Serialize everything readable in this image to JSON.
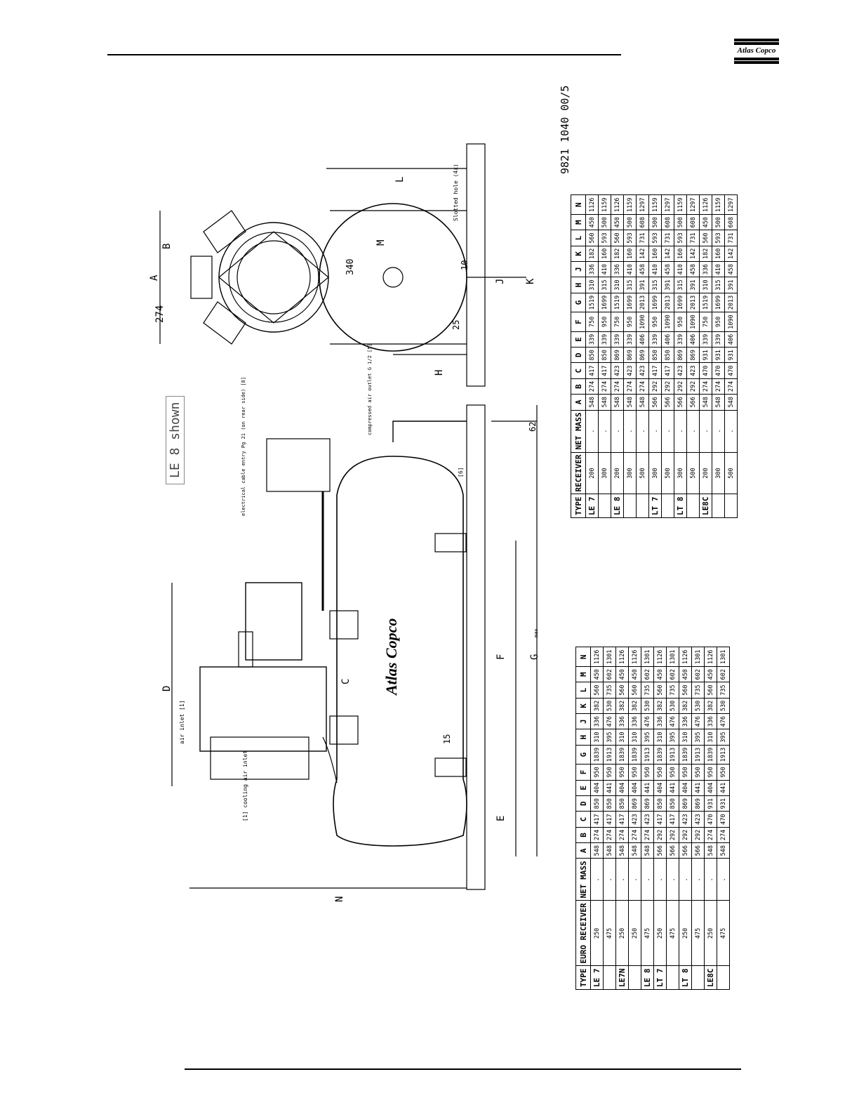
{
  "header": {
    "brand": "Atlas Copco"
  },
  "drawing": {
    "code": "9821 1040 00/5",
    "model_note": "LE 8  shown",
    "side_labels": [
      "274",
      "A",
      "B",
      "340",
      "M",
      "L",
      "K",
      "J",
      "H",
      "25",
      "10"
    ],
    "slotted_hole": "Slotted hole (4x)",
    "front_labels": [
      "D",
      "C",
      "F",
      "E",
      "N",
      "G",
      "max",
      "15",
      "62"
    ],
    "callouts": {
      "air_inlet": "air inlet [1]",
      "cooling_air": "[1] cooling air inlet",
      "cable_entry": "electrical cable entry Pg 21 (on rear side) [8]",
      "outlet": "compressed air outlet G 1/2 [5]",
      "drain": "[6]"
    },
    "tank_brand": "Atlas Copco"
  },
  "table_receiver": {
    "headers": [
      "TYPE",
      "RECEIVER",
      "NET MASS",
      "A",
      "B",
      "C",
      "D",
      "E",
      "F",
      "G",
      "H",
      "J",
      "K",
      "L",
      "M",
      "N"
    ],
    "rows": [
      [
        "LE 7",
        "200",
        ".",
        "548",
        "274",
        "417",
        "850",
        "339",
        "750",
        "1519",
        "310",
        "336",
        "182",
        "560",
        "450",
        "1126"
      ],
      [
        "",
        "300",
        ".",
        "548",
        "274",
        "417",
        "850",
        "339",
        "950",
        "1699",
        "315",
        "410",
        "160",
        "593",
        "500",
        "1159"
      ],
      [
        "LE 8",
        "200",
        ".",
        "548",
        "274",
        "423",
        "869",
        "339",
        "750",
        "1519",
        "310",
        "336",
        "182",
        "560",
        "450",
        "1126"
      ],
      [
        "",
        "300",
        ".",
        "548",
        "274",
        "423",
        "869",
        "339",
        "950",
        "1699",
        "315",
        "410",
        "160",
        "593",
        "500",
        "1159"
      ],
      [
        "",
        "500",
        ".",
        "548",
        "274",
        "423",
        "869",
        "406",
        "1090",
        "2013",
        "391",
        "458",
        "142",
        "731",
        "608",
        "1297"
      ],
      [
        "LT 7",
        "300",
        ".",
        "566",
        "292",
        "417",
        "850",
        "339",
        "950",
        "1699",
        "315",
        "410",
        "160",
        "593",
        "500",
        "1159"
      ],
      [
        "",
        "500",
        ".",
        "566",
        "292",
        "417",
        "850",
        "406",
        "1090",
        "2013",
        "391",
        "458",
        "142",
        "731",
        "608",
        "1297"
      ],
      [
        "LT 8",
        "300",
        ".",
        "566",
        "292",
        "423",
        "869",
        "339",
        "950",
        "1699",
        "315",
        "410",
        "160",
        "593",
        "500",
        "1159"
      ],
      [
        "",
        "500",
        ".",
        "566",
        "292",
        "423",
        "869",
        "406",
        "1090",
        "2013",
        "391",
        "458",
        "142",
        "731",
        "608",
        "1297"
      ],
      [
        "LE8C",
        "200",
        ".",
        "548",
        "274",
        "470",
        "931",
        "339",
        "750",
        "1519",
        "310",
        "336",
        "182",
        "560",
        "450",
        "1126"
      ],
      [
        "",
        "300",
        ".",
        "548",
        "274",
        "470",
        "931",
        "339",
        "950",
        "1699",
        "315",
        "410",
        "160",
        "593",
        "500",
        "1159"
      ],
      [
        "",
        "500",
        ".",
        "548",
        "274",
        "470",
        "931",
        "406",
        "1090",
        "2013",
        "391",
        "458",
        "142",
        "731",
        "608",
        "1297"
      ]
    ]
  },
  "table_euro": {
    "headers": [
      "TYPE",
      "EURO RECEIVER",
      "NET MASS",
      "A",
      "B",
      "C",
      "D",
      "E",
      "F",
      "G",
      "H",
      "J",
      "K",
      "L",
      "M",
      "N"
    ],
    "rows": [
      [
        "LE 7",
        "250",
        ".",
        "548",
        "274",
        "417",
        "850",
        "404",
        "950",
        "1839",
        "310",
        "336",
        "382",
        "560",
        "450",
        "1126"
      ],
      [
        "",
        "475",
        ".",
        "548",
        "274",
        "417",
        "850",
        "441",
        "950",
        "1913",
        "395",
        "476",
        "530",
        "735",
        "602",
        "1301"
      ],
      [
        "LE7N",
        "250",
        ".",
        "548",
        "274",
        "417",
        "850",
        "404",
        "950",
        "1839",
        "310",
        "336",
        "382",
        "560",
        "450",
        "1126"
      ],
      [
        "",
        "250",
        ".",
        "548",
        "274",
        "423",
        "869",
        "404",
        "950",
        "1839",
        "310",
        "336",
        "382",
        "560",
        "450",
        "1126"
      ],
      [
        "LE 8",
        "475",
        ".",
        "548",
        "274",
        "423",
        "869",
        "441",
        "950",
        "1913",
        "395",
        "476",
        "530",
        "735",
        "602",
        "1301"
      ],
      [
        "LT 7",
        "250",
        ".",
        "566",
        "292",
        "417",
        "850",
        "404",
        "950",
        "1839",
        "310",
        "336",
        "382",
        "560",
        "450",
        "1126"
      ],
      [
        "",
        "475",
        ".",
        "566",
        "292",
        "417",
        "850",
        "441",
        "950",
        "1913",
        "395",
        "476",
        "530",
        "735",
        "602",
        "1301"
      ],
      [
        "LT 8",
        "250",
        ".",
        "566",
        "292",
        "423",
        "869",
        "404",
        "950",
        "1839",
        "310",
        "336",
        "382",
        "560",
        "450",
        "1126"
      ],
      [
        "",
        "475",
        ".",
        "566",
        "292",
        "423",
        "869",
        "441",
        "950",
        "1913",
        "395",
        "476",
        "530",
        "735",
        "602",
        "1301"
      ],
      [
        "LE8C",
        "250",
        ".",
        "548",
        "274",
        "470",
        "931",
        "404",
        "950",
        "1839",
        "310",
        "336",
        "382",
        "560",
        "450",
        "1126"
      ],
      [
        "",
        "475",
        ".",
        "548",
        "274",
        "470",
        "931",
        "441",
        "950",
        "1913",
        "395",
        "476",
        "530",
        "735",
        "602",
        "1301"
      ]
    ]
  }
}
